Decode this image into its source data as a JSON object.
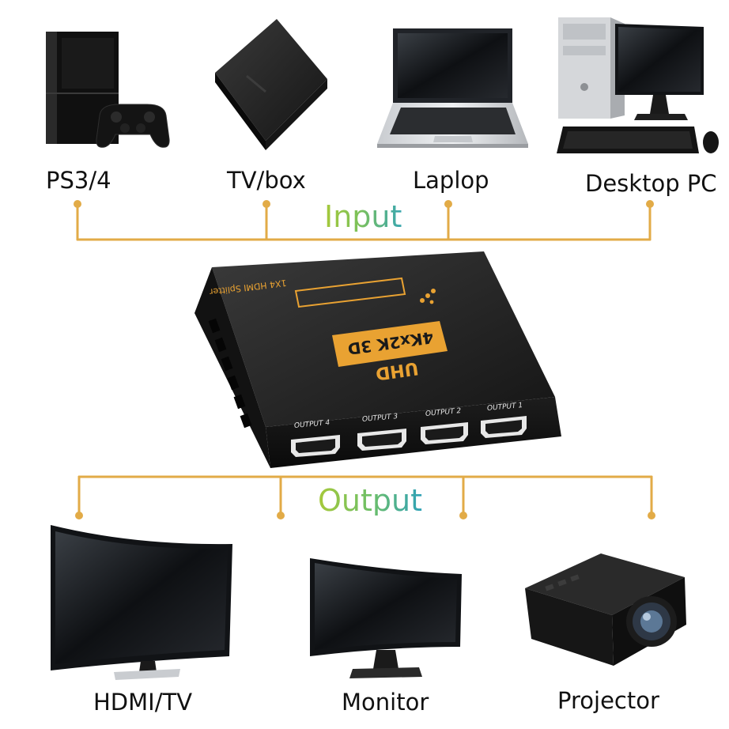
{
  "inputs": {
    "heading": "Input",
    "devices": [
      {
        "label": "PS3/4",
        "icon": "game-console-icon"
      },
      {
        "label": "TV/box",
        "icon": "tv-box-icon"
      },
      {
        "label": "Laplop",
        "icon": "laptop-icon"
      },
      {
        "label": "Desktop PC",
        "icon": "desktop-pc-icon"
      }
    ]
  },
  "splitter": {
    "product_name": "1X4 HDMI Splitter",
    "resolution_badge": "4Kx2K 3D",
    "brand_text": "UHD",
    "ports": [
      "OUTPUT 4",
      "OUTPUT 3",
      "OUTPUT 2",
      "OUTPUT 1"
    ]
  },
  "outputs": {
    "heading": "Output",
    "devices": [
      {
        "label": "HDMI/TV",
        "icon": "curved-tv-icon"
      },
      {
        "label": "Monitor",
        "icon": "monitor-icon"
      },
      {
        "label": "Projector",
        "icon": "projector-icon"
      }
    ]
  },
  "colors": {
    "connector_line": "#e2ab47",
    "device_body": "#1b1b1b",
    "badge": "#e9a232",
    "label_text": "#111111"
  }
}
